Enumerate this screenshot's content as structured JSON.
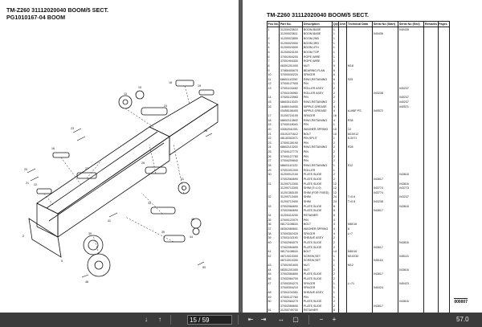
{
  "left_page": {
    "title_line1": "TM-Z260 31112020040 BOOM/5 SECT.",
    "title_line2": "PG1010167-04 BOOM"
  },
  "right_page": {
    "title": "TM-Z260 31112020040 BOOM/5 SECT.",
    "columns": [
      "Pos No.",
      "Part No.",
      "Description",
      "Qty",
      "Unit",
      "Technical Data",
      "Serial No (Start)",
      "Serial No (End)",
      "Remarks",
      "Pages"
    ],
    "rows": [
      [
        "1",
        "31200023610",
        "BOOM,BASE",
        "1",
        "",
        "",
        "",
        "040435",
        "",
        ""
      ],
      [
        "",
        "31200023611",
        "BOOM,BASE",
        "1",
        "",
        "",
        "040436",
        "",
        "",
        ""
      ],
      [
        "2",
        "31200023800",
        "BOOM,2ND",
        "1",
        "",
        "",
        "",
        "",
        "",
        ""
      ],
      [
        "3",
        "31200023900",
        "BOOM,3RD",
        "1",
        "",
        "",
        "",
        "",
        "",
        ""
      ],
      [
        "4",
        "31200024000",
        "BOOM,4TH",
        "1",
        "",
        "",
        "",
        "",
        "",
        ""
      ],
      [
        "5",
        "31200024100",
        "BOOM,TOP",
        "1",
        "",
        "",
        "",
        "",
        "",
        ""
      ],
      [
        "6",
        "37001904200",
        "ROPE,WIRE",
        "1",
        "",
        "",
        "",
        "",
        "",
        ""
      ],
      [
        "7",
        "37001904300",
        "ROPE,WIRE",
        "1",
        "",
        "",
        "",
        "",
        "",
        ""
      ],
      [
        "8",
        "06301201000",
        "NUT",
        "5",
        "",
        "M18",
        "",
        "",
        "",
        ""
      ],
      [
        "9",
        "37066400670",
        "BEARING,FLAN",
        "6",
        "",
        "",
        "",
        "",
        "",
        ""
      ],
      [
        "10",
        "37000030220",
        "SPACER",
        "6",
        "",
        "",
        "",
        "",
        "",
        ""
      ],
      [
        "11",
        "68601110250",
        "RING,RETAINING",
        "6",
        "",
        "S25",
        "",
        "",
        "",
        ""
      ],
      [
        "12",
        "37000127900",
        "PIN",
        "1",
        "",
        "",
        "",
        "",
        "",
        ""
      ],
      [
        "13",
        "37001103450",
        "ROLLER ASSY",
        "2",
        "",
        "",
        "",
        "040237",
        "",
        ""
      ],
      [
        "",
        "37001105950",
        "ROLLER ASSY",
        "2",
        "",
        "",
        "043238",
        "",
        "",
        ""
      ],
      [
        "14",
        "37000123960",
        "PIN",
        "2",
        "",
        "",
        "",
        "040237",
        "",
        ""
      ],
      [
        "15",
        "68603113020",
        "RING,RETAINING",
        "2",
        "",
        "",
        "",
        "040237",
        "",
        ""
      ],
      [
        "16",
        "16480104000",
        "NIPPLE,GREASE",
        "4",
        "",
        "",
        "",
        "040571",
        "",
        ""
      ],
      [
        "",
        "03455106400",
        "NIPPLE,GREASE",
        "4",
        "",
        "A-M6F PS",
        "040572",
        "",
        "",
        ""
      ],
      [
        "17",
        "31200724100",
        "SPACER",
        "16",
        "",
        "",
        "",
        "",
        "",
        ""
      ],
      [
        "18",
        "68602113800",
        "RING,RETAINING",
        "4",
        "",
        "R38",
        "",
        "",
        "",
        ""
      ],
      [
        "19",
        "37000118040",
        "PIN",
        "1",
        "",
        "",
        "",
        "",
        "",
        ""
      ],
      [
        "20",
        "03062041001",
        "WASHER,SPRING",
        "10",
        "",
        "10",
        "",
        "",
        "",
        ""
      ],
      [
        "21",
        "03101071612",
        "BOLT",
        "10",
        "",
        "M10X12",
        "",
        "",
        "",
        ""
      ],
      [
        "22",
        "08130302071",
        "PIN,SPLIT",
        "1",
        "",
        "6.3X71",
        "",
        "",
        "",
        ""
      ],
      [
        "23",
        "37000135190",
        "PIN",
        "2",
        "",
        "",
        "",
        "",
        "",
        ""
      ],
      [
        "24",
        "68602113200",
        "RING,RETAINING",
        "2",
        "",
        "R28",
        "",
        "",
        "",
        ""
      ],
      [
        "25",
        "37000127770",
        "PIN",
        "2",
        "",
        "",
        "",
        "",
        "",
        ""
      ],
      [
        "26",
        "37000127780",
        "PIN",
        "2",
        "",
        "",
        "",
        "",
        "",
        ""
      ],
      [
        "27",
        "37000209840",
        "PIN",
        "2",
        "",
        "",
        "",
        "",
        "",
        ""
      ],
      [
        "28",
        "68601110120",
        "RING,RETAINING",
        "1",
        "",
        "S12",
        "",
        "",
        "",
        ""
      ],
      [
        "29",
        "37001001000",
        "ROLLER",
        "1",
        "",
        "",
        "",
        "",
        "",
        ""
      ],
      [
        "30",
        "31200012100",
        "PLATE,SLIDE",
        "2",
        "",
        "",
        "",
        "043616",
        "",
        ""
      ],
      [
        "",
        "37002084690",
        "PLATE,SLIDE",
        "2",
        "",
        "",
        "043617",
        "",
        "",
        ""
      ],
      [
        "31",
        "31200712300",
        "PLATE,SLIDE",
        "12",
        "",
        "",
        "",
        "043616",
        "",
        ""
      ],
      [
        "",
        "31200713300",
        "SHIM (T=1.0)",
        "12",
        "",
        "",
        "043774",
        "043773",
        "",
        ""
      ],
      [
        "",
        "31201383100",
        "SHIM (FOR FIXED)",
        "12",
        "",
        "",
        "043774",
        "",
        "",
        ""
      ],
      [
        "32",
        "31200713400",
        "SHIM",
        "24",
        "",
        "T=0.6",
        "",
        "043237",
        "",
        ""
      ],
      [
        "",
        "31200713400",
        "SHIM",
        "24",
        "",
        "T=0.6",
        "043238",
        "",
        "",
        ""
      ],
      [
        "33",
        "37002084690",
        "PLATE,SLIDE",
        "8",
        "",
        "",
        "",
        "043616",
        "",
        ""
      ],
      [
        "",
        "37002084690",
        "PLATE,SLIDE",
        "8",
        "",
        "",
        "043617",
        "",
        "",
        ""
      ],
      [
        "34",
        "31200410200",
        "RETAINER",
        "8",
        "",
        "",
        "",
        "",
        "",
        ""
      ],
      [
        "35",
        "37000122070",
        "PIN",
        "4",
        "",
        "",
        "",
        "",
        "",
        ""
      ],
      [
        "36",
        "08171108616",
        "BOLT",
        "4",
        "",
        "M8X16",
        "",
        "",
        "",
        ""
      ],
      [
        "37",
        "06302080601",
        "WASHER,SPRING",
        "4",
        "",
        "8",
        "",
        "",
        "",
        ""
      ],
      [
        "38",
        "37000302420",
        "SPACER",
        "4",
        "",
        "L=7",
        "",
        "",
        "",
        ""
      ],
      [
        "39",
        "37001102190",
        "SHEAVE ASSY",
        "2",
        "",
        "",
        "",
        "",
        "",
        ""
      ],
      [
        "40",
        "37002084070",
        "PLATE,SLIDE",
        "2",
        "",
        "",
        "",
        "043616",
        "",
        ""
      ],
      [
        "",
        "37002084690",
        "PLATE,SLIDE",
        "2",
        "",
        "",
        "043617",
        "",
        "",
        ""
      ],
      [
        "41",
        "08171108616",
        "BOLT",
        "14",
        "",
        "M8X16",
        "",
        "",
        "",
        ""
      ],
      [
        "42",
        "08710010300",
        "SCREW,SET",
        "1",
        "",
        "M10X30",
        "",
        "045115",
        "",
        ""
      ],
      [
        "",
        "08710010300",
        "SCREW,SET",
        "1",
        "",
        "",
        "045116",
        "",
        "",
        ""
      ],
      [
        "43",
        "37001901600",
        "NUT",
        "1",
        "",
        "M12",
        "",
        "",
        "",
        ""
      ],
      [
        "44",
        "08301201000",
        "NUT",
        "2",
        "",
        "",
        "",
        "043616",
        "",
        ""
      ],
      [
        "45",
        "37002084690",
        "PLATE,SLIDE",
        "2",
        "",
        "",
        "043617",
        "",
        "",
        ""
      ],
      [
        "46",
        "37002084700",
        "PLATE,SLIDE",
        "2",
        "",
        "",
        "",
        "",
        "",
        ""
      ],
      [
        "47",
        "37000304270",
        "SPACER",
        "1",
        "",
        "L=71",
        "",
        "040423",
        "",
        ""
      ],
      [
        "",
        "37000304210",
        "SPACER",
        "1",
        "",
        "",
        "040424",
        "",
        "",
        ""
      ],
      [
        "48",
        "37001104350",
        "SHEAVE ASSY",
        "1",
        "",
        "",
        "",
        "",
        "",
        ""
      ],
      [
        "49",
        "37000137760",
        "PIN",
        "1",
        "",
        "",
        "",
        "",
        "",
        ""
      ],
      [
        "50",
        "37002084270",
        "PLATE,SLIDE",
        "2",
        "",
        "",
        "",
        "043616",
        "",
        ""
      ],
      [
        "",
        "37002085690",
        "PLATE,SLIDE",
        "2",
        "",
        "",
        "043617",
        "",
        "",
        ""
      ],
      [
        "51",
        "31200749700",
        "RETAINER",
        "8",
        "",
        "",
        "",
        "",
        "",
        ""
      ]
    ],
    "page_code": "000007"
  },
  "toolbar": {
    "current_page": "15",
    "total_pages": "/ 59",
    "zoom": "57.0"
  }
}
